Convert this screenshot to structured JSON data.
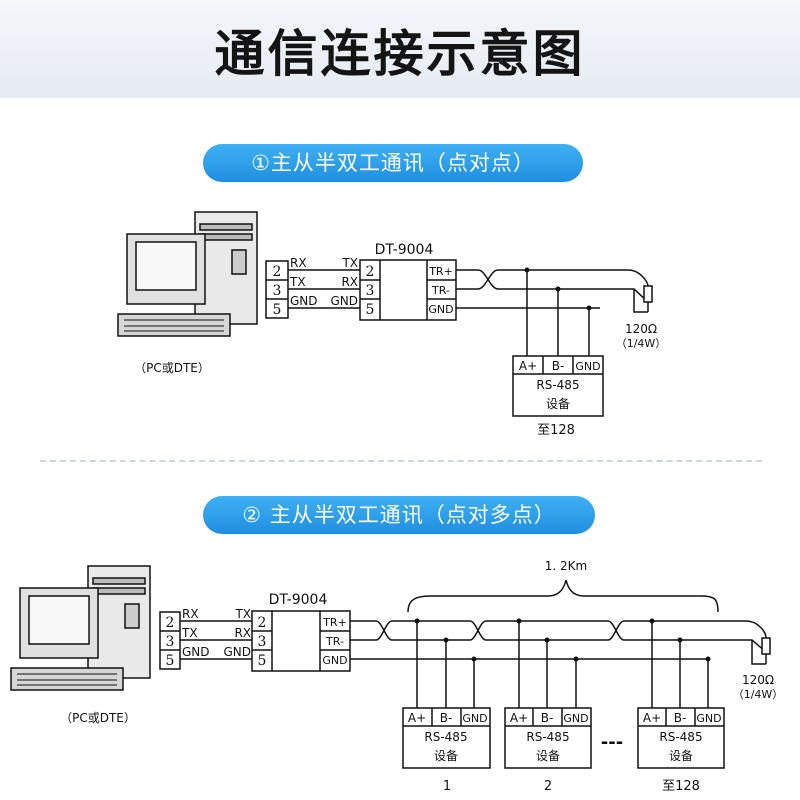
{
  "title": "通信连接示意图",
  "section1": {
    "heading": "①主从半双工通讯（点对点）",
    "pc_label": "（PC或DTE）",
    "converter_label": "DT-9004",
    "pc_pins": [
      "2",
      "3",
      "5"
    ],
    "pc_signals": [
      "RX",
      "TX",
      "GND"
    ],
    "conv_signals": [
      "TX",
      "RX",
      "GND"
    ],
    "conv_pins": [
      "2",
      "3",
      "5"
    ],
    "out_terminals": [
      "TR+",
      "TR-",
      "GND"
    ],
    "resistor_value": "120Ω",
    "resistor_power": "（1/4W）",
    "device": {
      "a": "A+",
      "b": "B-",
      "gnd": "GND",
      "model": "RS-485",
      "name": "设备"
    },
    "device_count": "至128"
  },
  "section2": {
    "heading": "② 主从半双工通讯（点对多点）",
    "pc_label": "（PC或DTE）",
    "converter_label": "DT-9004",
    "pc_pins": [
      "2",
      "3",
      "5"
    ],
    "pc_signals": [
      "RX",
      "TX",
      "GND"
    ],
    "conv_signals": [
      "TX",
      "RX",
      "GND"
    ],
    "conv_pins": [
      "2",
      "3",
      "5"
    ],
    "out_terminals": [
      "TR+",
      "TR-",
      "GND"
    ],
    "distance": "1. 2Km",
    "resistor_value": "120Ω",
    "resistor_power": "（1/4W）",
    "device": {
      "a": "A+",
      "b": "B-",
      "gnd": "GND",
      "model": "RS-485",
      "name": "设备"
    },
    "device_numbers": [
      "1",
      "2",
      "至128"
    ],
    "ellipsis": "---"
  }
}
